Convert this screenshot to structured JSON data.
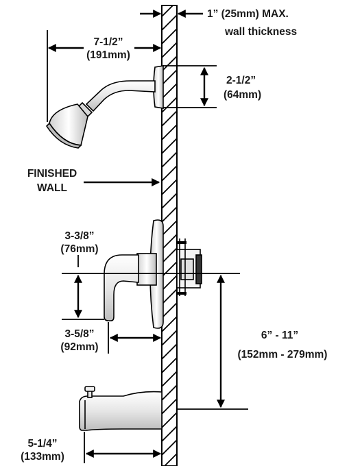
{
  "wall": {
    "thickness_line1": "1” (25mm) MAX.",
    "thickness_line2": "wall thickness",
    "finished_line1": "FINISHED",
    "finished_line2": "WALL"
  },
  "dimensions": {
    "showerhead_reach_line1": "7-1/2”",
    "showerhead_reach_line2": "(191mm)",
    "shower_flange_line1": "2-1/2”",
    "shower_flange_line2": "(64mm)",
    "handle_height_line1": "3-3/8”",
    "handle_height_line2": "(76mm)",
    "handle_reach_line1": "3-5/8”",
    "handle_reach_line2": "(92mm)",
    "valve_to_spout_line1": "6” - 11”",
    "valve_to_spout_line2": "(152mm - 279mm)",
    "spout_reach_line1": "5-1/4”",
    "spout_reach_line2": "(133mm)"
  },
  "colors": {
    "line": "#000000",
    "part_fill": "#f2f2f2"
  },
  "icons": [
    "shower-head-icon",
    "shower-arm-icon",
    "valve-handle-icon",
    "valve-cartridge-icon",
    "tub-spout-icon",
    "diverter-icon"
  ]
}
